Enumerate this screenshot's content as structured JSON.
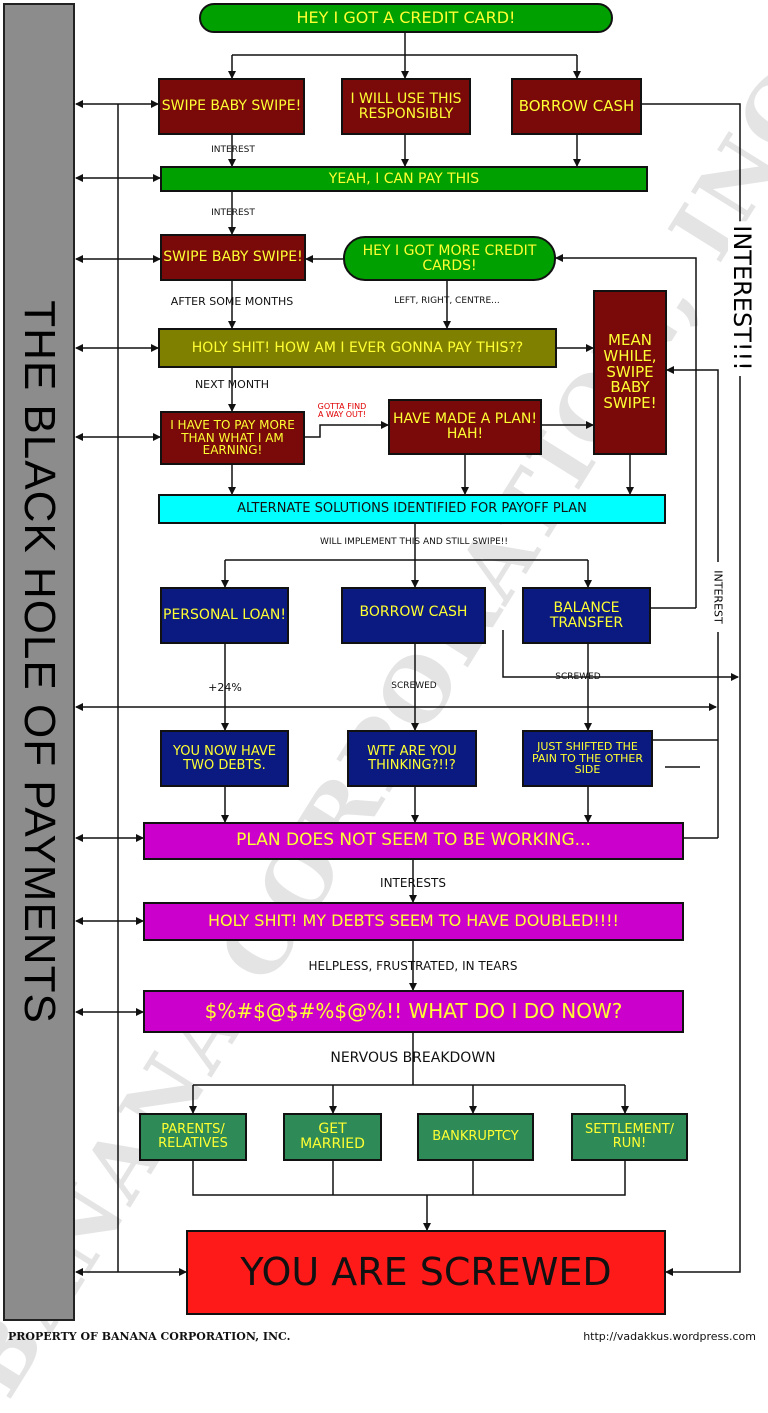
{
  "watermark": "BANANA CORPORATION, INC.",
  "sidebar": {
    "label": "THE BLACK HOLE OF PAYMENTS"
  },
  "side_labels": {
    "interest_top": "INTEREST!!!",
    "interest_mid": "INTEREST"
  },
  "footer": {
    "left": "PROPERTY OF BANANA CORPORATION, INC.",
    "right": "http://vadakkus.wordpress.com"
  },
  "nodes": {
    "got_card": "HEY I GOT A CREDIT CARD!",
    "swipe1": "SWIPE BABY SWIPE!",
    "use_responsibly": "I WILL USE THIS RESPONSIBLY",
    "borrow_cash_top": "BORROW CASH",
    "yeah_pay": "YEAH, I CAN PAY THIS",
    "swipe2": "SWIPE BABY SWIPE!",
    "more_cards": "HEY I GOT MORE CREDIT CARDS!",
    "holy_shit": "HOLY SHIT! HOW AM I EVER GONNA PAY THIS??",
    "meanwhile": "MEAN WHILE, SWIPE BABY SWIPE!",
    "pay_more": "I HAVE TO PAY MORE THAN WHAT I AM EARNING!",
    "made_plan": "HAVE MADE A PLAN! HAH!",
    "alternate": "ALTERNATE SOLUTIONS IDENTIFIED FOR PAYOFF PLAN",
    "personal_loan": "PERSONAL LOAN!",
    "borrow_cash_mid": "BORROW CASH",
    "balance_transfer": "BALANCE TRANSFER",
    "two_debts": "YOU NOW HAVE TWO DEBTS.",
    "wtf": "WTF ARE YOU THINKING?!!?",
    "shifted_pain": "JUST SHIFTED THE PAIN TO THE OTHER SIDE",
    "not_working": "PLAN DOES NOT SEEM TO BE WORKING...",
    "doubled": "HOLY SHIT! MY DEBTS SEEM TO HAVE DOUBLED!!!!",
    "what_now": "$%#$@$#%$@%!! WHAT DO I DO NOW?",
    "parents": "PARENTS/ RELATIVES",
    "get_married": "GET MARRIED",
    "bankruptcy": "BANKRUPTCY",
    "settlement": "SETTLEMENT/ RUN!",
    "screwed": "YOU ARE SCREWED"
  },
  "edge_labels": {
    "interest1": "INTEREST",
    "interest2": "INTEREST",
    "after_months": "AFTER SOME MONTHS",
    "left_right": "LEFT, RIGHT, CENTRE...",
    "next_month": "NEXT MONTH",
    "find_way": "GOTTA FIND A WAY OUT!",
    "implement": "WILL IMPLEMENT THIS AND STILL SWIPE!!",
    "plus24": "+24%",
    "screwed_mid": "SCREWED",
    "screwed_right": "SCREWED",
    "interests": "INTERESTS",
    "helpless": "HELPLESS, FRUSTRATED, IN TEARS",
    "breakdown": "NERVOUS BREAKDOWN"
  },
  "colors": {
    "green": "#00a000",
    "yellow": "#ffff33",
    "maroon": "#7a0a0a",
    "olive": "#808000",
    "cyan": "#00ffff",
    "navy": "#0a1a80",
    "magenta": "#cc00cc",
    "teal": "#2e8b57",
    "red": "#ff1a1a",
    "sidebar": "#8c8c8c"
  }
}
